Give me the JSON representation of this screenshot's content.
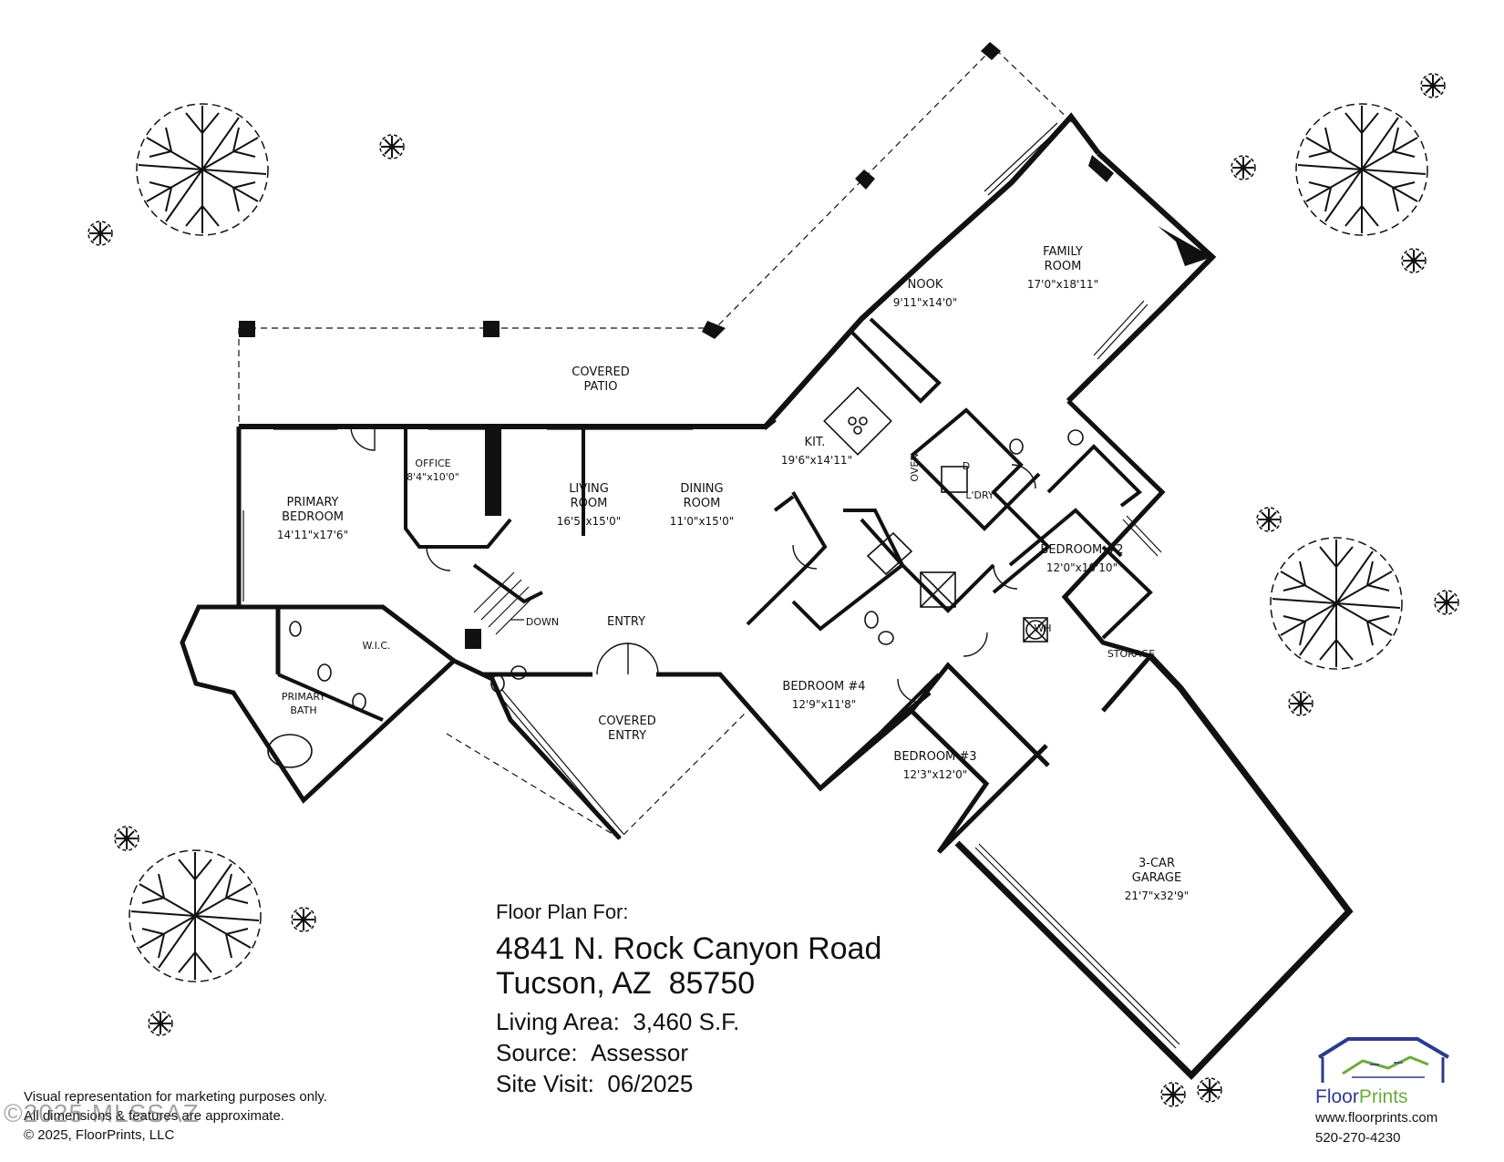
{
  "plan": {
    "rooms": {
      "covered_patio": {
        "l1": "COVERED",
        "l2": "PATIO"
      },
      "nook": {
        "name": "NOOK",
        "dim": "9'11\"x14'0\""
      },
      "family_room": {
        "l1": "FAMILY",
        "l2": "ROOM",
        "dim": "17'0\"x18'11\""
      },
      "kitchen": {
        "name": "KIT.",
        "dim": "19'6\"x14'11\""
      },
      "office": {
        "name": "OFFICE",
        "dim": "8'4\"x10'0\""
      },
      "primary_bedroom": {
        "l1": "PRIMARY",
        "l2": "BEDROOM",
        "dim": "14'11\"x17'6\""
      },
      "living_room": {
        "l1": "LIVING",
        "l2": "ROOM",
        "dim": "16'5\"x15'0\""
      },
      "dining_room": {
        "l1": "DINING",
        "l2": "ROOM",
        "dim": "11'0\"x15'0\""
      },
      "laundry": {
        "name": "L'DRY"
      },
      "oven": {
        "name": "OVEN"
      },
      "dryer": {
        "name": "D"
      },
      "bedroom2": {
        "name": "BEDROOM #2",
        "dim": "12'0\"x10'10\""
      },
      "wic": {
        "name": "W.I.C."
      },
      "primary_bath": {
        "l1": "PRIMARY",
        "l2": "BATH"
      },
      "down": {
        "name": "DOWN"
      },
      "entry": {
        "name": "ENTRY"
      },
      "covered_entry": {
        "l1": "COVERED",
        "l2": "ENTRY"
      },
      "bedroom4": {
        "name": "BEDROOM #4",
        "dim": "12'9\"x11'8\""
      },
      "water_heater": {
        "name": "WH"
      },
      "storage": {
        "name": "STORAGE"
      },
      "bedroom3": {
        "name": "BEDROOM #3",
        "dim": "12'3\"x12'0\""
      },
      "garage": {
        "l1": "3-CAR",
        "l2": "GARAGE",
        "dim": "21'7\"x32'9\""
      }
    }
  },
  "info": {
    "heading": "Floor Plan For:",
    "address_line1": "4841 N. Rock Canyon Road",
    "address_line2": "Tucson, AZ  85750",
    "living_area_label": "Living Area:",
    "living_area_value": "3,460 S.F.",
    "source_label": "Source:",
    "source_value": "Assessor",
    "site_visit_label": "Site Visit:",
    "site_visit_value": "06/2025"
  },
  "disclaimer": {
    "line1": "Visual representation for marketing purposes only.",
    "line2": "All dimensions & features are approximate.",
    "line3": "© 2025, FloorPrints, LLC"
  },
  "watermark": "©2025 MLSSAZ",
  "brand": {
    "name_part1": "Floor",
    "name_part2": "Prints",
    "website": "www.floorprints.com",
    "phone": "520-270-4230",
    "color_primary": "#2e3a8c",
    "color_secondary": "#6cab3c"
  }
}
